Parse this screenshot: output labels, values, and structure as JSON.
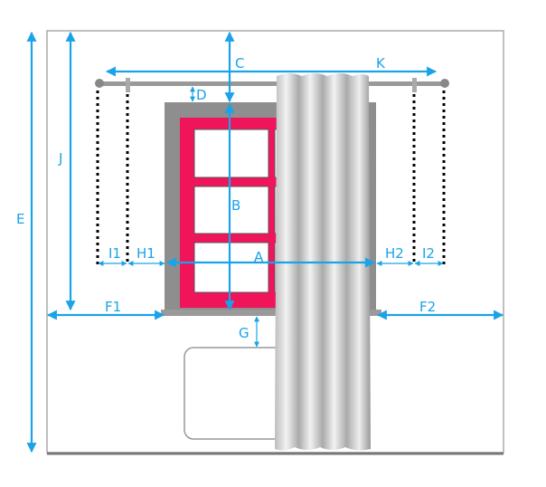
{
  "title": "Curtain measurement diagram",
  "colors": {
    "arrow": "#1aa3e8",
    "window_frame": "#f0145a",
    "wall_border": "#999999",
    "curtain": "#c8c8c8"
  },
  "labels": {
    "A": "A",
    "B": "B",
    "C": "C",
    "D": "D",
    "E": "E",
    "F1": "F1",
    "F2": "F2",
    "G": "G",
    "H1": "H1",
    "H2": "H2",
    "I1": "I1",
    "I2": "I2",
    "J": "J",
    "K": "K"
  }
}
